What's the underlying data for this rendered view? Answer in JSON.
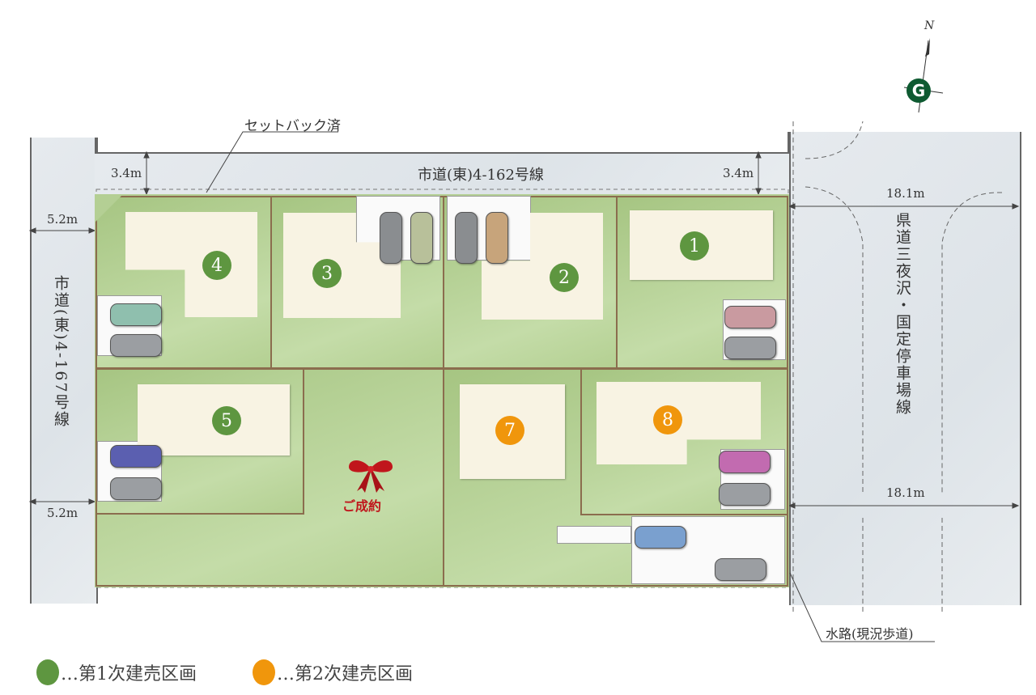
{
  "compass": {
    "north_label": "N",
    "logo_letter": "G"
  },
  "annotations": {
    "setback": "セットバック済",
    "waterway": "水路(現況歩道)"
  },
  "roads": {
    "top": {
      "name": "市道(東)4-162号線",
      "width_left": "3.4m",
      "width_right": "3.4m"
    },
    "left": {
      "name": "市道(東)4-167号線",
      "width_top": "5.2m",
      "width_bottom": "5.2m"
    },
    "right": {
      "name": "県道三夜沢・国定停車場線",
      "width_top": "18.1m",
      "width_bottom": "18.1m"
    }
  },
  "lots": [
    {
      "number": "1",
      "phase": 1
    },
    {
      "number": "2",
      "phase": 1
    },
    {
      "number": "3",
      "phase": 1
    },
    {
      "number": "4",
      "phase": 1
    },
    {
      "number": "5",
      "phase": 1
    },
    {
      "number": "7",
      "phase": 2
    },
    {
      "number": "8",
      "phase": 2
    }
  ],
  "sold_badge": "ご成約",
  "legend": [
    {
      "label": "…第1次建売区画",
      "color": "#5e9640"
    },
    {
      "label": "…第2次建売区画",
      "color": "#f0960c"
    }
  ],
  "colors": {
    "phase1": "#5e9640",
    "phase2": "#f0960c",
    "sold": "#c0161c"
  }
}
